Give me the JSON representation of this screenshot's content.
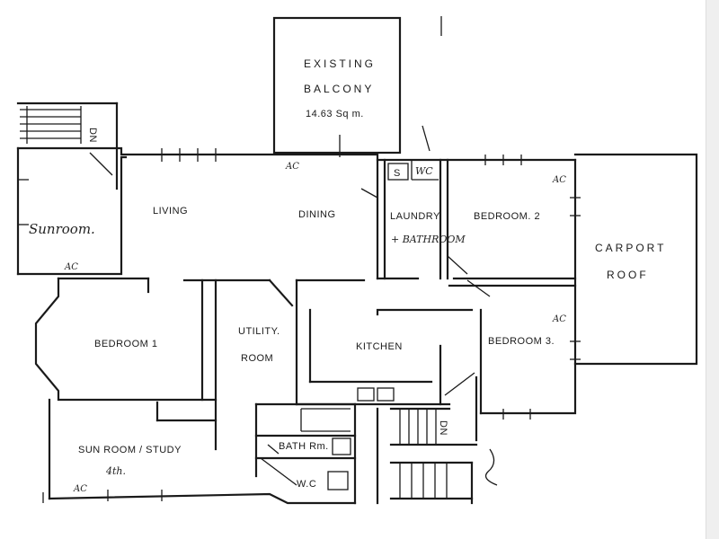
{
  "rooms": {
    "existing_balcony_line1": "EXISTING",
    "existing_balcony_line2": "BALCONY",
    "balcony_area": "14.63 Sq m.",
    "living": "LIVING",
    "dining": "DINING",
    "sunroom": "Sunroom.",
    "laundry": "LAUNDRY",
    "bathroom_hand": "+ BATHROOM",
    "bedroom2": "BEDROOM. 2",
    "carport_line1": "CARPORT",
    "carport_line2": "ROOF",
    "bedroom1": "BEDROOM 1",
    "utility_line1": "UTILITY.",
    "utility_line2": "ROOM",
    "kitchen": "KITCHEN",
    "bedroom3": "BEDROOM 3.",
    "bath_rm": "BATH Rm.",
    "wc_lower": "W.C",
    "sunroom_study": "SUN ROOM / STUDY",
    "fourth": "4th."
  },
  "marks": {
    "dn_stairs_top": "DN",
    "dn_stairs_bottom": "DN",
    "s_box": "S",
    "wc_top": "WC",
    "ac": "AC"
  }
}
